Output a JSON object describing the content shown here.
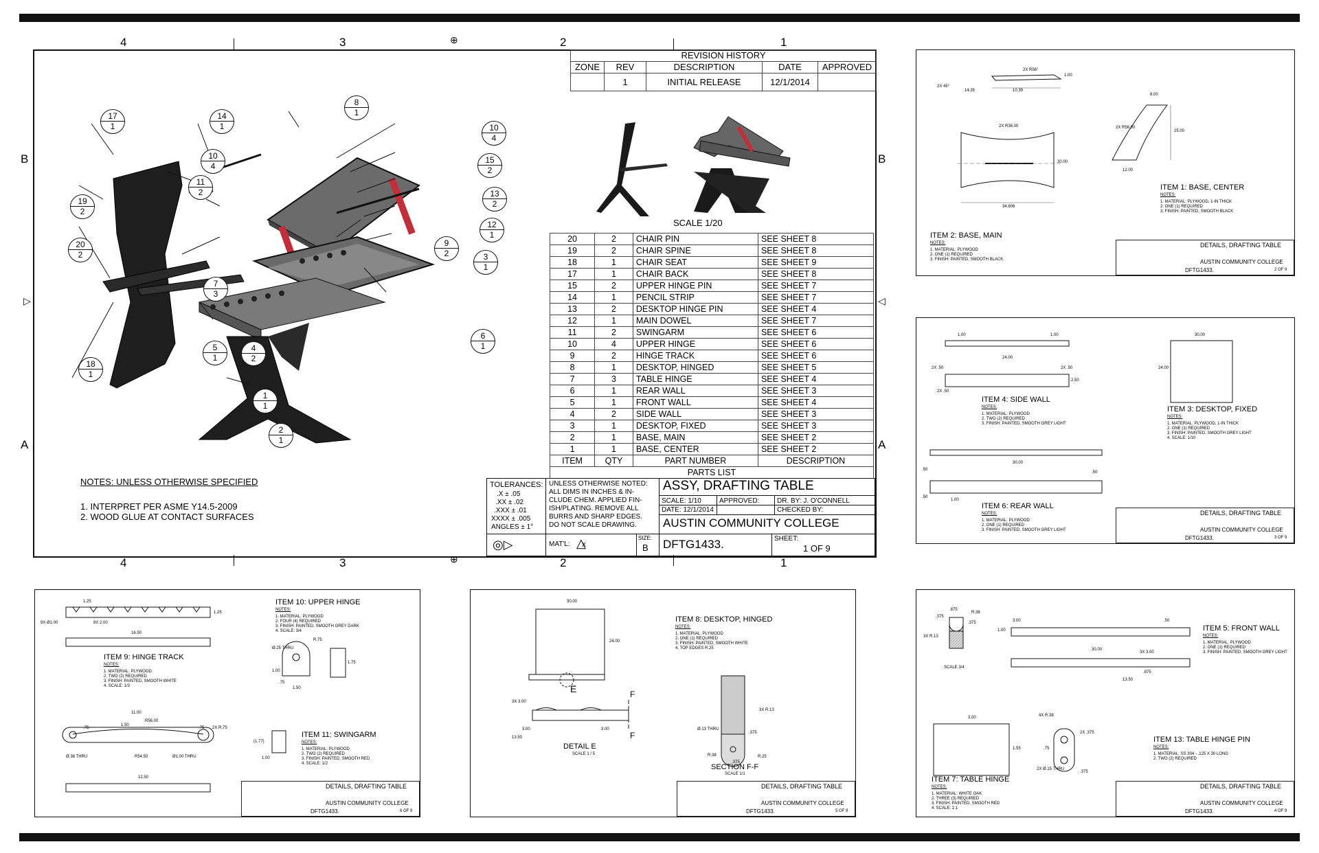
{
  "main_sheet": {
    "zones_top": [
      "4",
      "3",
      "2",
      "1"
    ],
    "zones_side": [
      "B",
      "A"
    ],
    "revision_history": {
      "title": "REVISION HISTORY",
      "headers": [
        "ZONE",
        "REV",
        "DESCRIPTION",
        "DATE",
        "APPROVED"
      ],
      "rows": [
        [
          "",
          "1",
          "INITIAL RELEASE",
          "12/1/2014",
          ""
        ]
      ]
    },
    "iso_scale": "SCALE 1/20",
    "parts_list": {
      "title": "PARTS LIST",
      "headers": [
        "ITEM",
        "QTY",
        "PART NUMBER",
        "DESCRIPTION"
      ],
      "rows": [
        [
          "20",
          "2",
          "CHAIR PIN",
          "SEE SHEET 8"
        ],
        [
          "19",
          "2",
          "CHAIR SPINE",
          "SEE SHEET 8"
        ],
        [
          "18",
          "1",
          "CHAIR SEAT",
          "SEE SHEET 9"
        ],
        [
          "17",
          "1",
          "CHAIR BACK",
          "SEE SHEET 8"
        ],
        [
          "15",
          "2",
          "UPPER HINGE PIN",
          "SEE SHEET 7"
        ],
        [
          "14",
          "1",
          "PENCIL STRIP",
          "SEE SHEET 7"
        ],
        [
          "13",
          "2",
          "DESKTOP HINGE PIN",
          "SEE SHEET 4"
        ],
        [
          "12",
          "1",
          "MAIN DOWEL",
          "SEE SHEET 7"
        ],
        [
          "11",
          "2",
          "SWINGARM",
          "SEE SHEET 6"
        ],
        [
          "10",
          "4",
          "UPPER HINGE",
          "SEE SHEET 6"
        ],
        [
          "9",
          "2",
          "HINGE TRACK",
          "SEE SHEET 6"
        ],
        [
          "8",
          "1",
          "DESKTOP, HINGED",
          "SEE SHEET 5"
        ],
        [
          "7",
          "3",
          "TABLE HINGE",
          "SEE SHEET 4"
        ],
        [
          "6",
          "1",
          "REAR WALL",
          "SEE SHEET 3"
        ],
        [
          "5",
          "1",
          "FRONT WALL",
          "SEE SHEET 4"
        ],
        [
          "4",
          "2",
          "SIDE WALL",
          "SEE SHEET 3"
        ],
        [
          "3",
          "1",
          "DESKTOP, FIXED",
          "SEE SHEET 3"
        ],
        [
          "2",
          "1",
          "BASE, MAIN",
          "SEE SHEET 2"
        ],
        [
          "1",
          "1",
          "BASE, CENTER",
          "SEE SHEET 2"
        ]
      ]
    },
    "balloons": [
      {
        "item": "17",
        "qty": "1"
      },
      {
        "item": "14",
        "qty": "1"
      },
      {
        "item": "8",
        "qty": "1"
      },
      {
        "item": "10",
        "qty": "4"
      },
      {
        "item": "10",
        "qty": "4"
      },
      {
        "item": "15",
        "qty": "2"
      },
      {
        "item": "11",
        "qty": "2"
      },
      {
        "item": "13",
        "qty": "2"
      },
      {
        "item": "19",
        "qty": "2"
      },
      {
        "item": "12",
        "qty": "1"
      },
      {
        "item": "20",
        "qty": "2"
      },
      {
        "item": "9",
        "qty": "2"
      },
      {
        "item": "3",
        "qty": "1"
      },
      {
        "item": "7",
        "qty": "3"
      },
      {
        "item": "5",
        "qty": "1"
      },
      {
        "item": "4",
        "qty": "2"
      },
      {
        "item": "6",
        "qty": "1"
      },
      {
        "item": "18",
        "qty": "1"
      },
      {
        "item": "1",
        "qty": "1"
      },
      {
        "item": "2",
        "qty": "1"
      }
    ],
    "notes": {
      "title": "NOTES: UNLESS OTHERWISE SPECIFIED",
      "lines": [
        "1. INTERPRET PER ASME Y14.5-2009",
        "2. WOOD GLUE AT CONTACT SURFACES"
      ]
    },
    "title_block": {
      "tolerances_label": "TOLERANCES:",
      "tolerances": [
        ".X ± .05",
        ".XX ± .02",
        ".XXX ± .01",
        "XXXX ± .005",
        "ANGLES ± 1°"
      ],
      "general_note": "UNLESS OTHERWISE NOTED: ALL DIMS IN INCHES & IN-CLUDE CHEM. APPLIED FIN-ISH/PLATING. REMOVE ALL BURRS AND SHARP EDGES. DO NOT SCALE DRAWING.",
      "title": "ASSY, DRAFTING TABLE",
      "scale": "SCALE: 1/10",
      "approved": "APPROVED:",
      "drawn_by": "DR. BY: J. O'CONNELL",
      "date": "DATE: 12/1/2014",
      "checked_by": "CHECKED BY:",
      "company": "AUSTIN COMMUNITY COLLEGE",
      "material_label": "MAT'L:",
      "material_symbol": "X",
      "size_label": "SIZE:",
      "size": "B",
      "drawing_number": "DFTG1433.",
      "sheet_label": "SHEET:",
      "sheet": "1 OF 9"
    }
  },
  "detail_sheets": {
    "common_title": "DETAILS, DRAFTING TABLE",
    "company": "AUSTIN COMMUNITY COLLEGE",
    "drawing_number": "DFTG1433.",
    "sheet2": {
      "sheet": "2 OF 9",
      "item2": {
        "title": "ITEM 2: BASE, MAIN",
        "notes_label": "NOTES:",
        "notes": [
          "1. MATERIAL: PLYWOOD",
          "2. ONE (1) REQUIRED",
          "3. FINISH: PAINTED, SMOOTH BLACK"
        ]
      },
      "item1": {
        "title": "ITEM 1: BASE, CENTER",
        "notes_label": "NOTES:",
        "notes": [
          "1. MATERIAL: PLYWOOD, 1-IN THICK",
          "2. ONE (1) REQUIRED",
          "3. FINISH: PAINTED, SMOOTH BLACK"
        ]
      },
      "dims": [
        "2X R56°",
        "1.00",
        "2X 45°",
        "14.35",
        "10.39",
        "2X R36.00",
        "30.00",
        "34.606",
        "2X R56.00",
        "8.00",
        "25.00",
        "12.00"
      ]
    },
    "sheet3": {
      "sheet": "3 OF 9",
      "item4": {
        "title": "ITEM 4: SIDE WALL",
        "notes_label": "NOTES:",
        "notes": [
          "1. MATERIAL: PLYWOOD",
          "2. TWO (2) REQUIRED",
          "3. FINISH: PAINTED, SMOOTH GREY LIGHT"
        ]
      },
      "item3": {
        "title": "ITEM 3: DESKTOP, FIXED",
        "notes_label": "NOTES:",
        "notes": [
          "1. MATERIAL: PLYWOOD, 1-IN THICK",
          "2. ONE (1) REQUIRED",
          "3. FINISH: PAINTED, SMOOTH GREY LIGHT",
          "4. SCALE: 1/10"
        ]
      },
      "item6": {
        "title": "ITEM 6: REAR WALL",
        "notes_label": "NOTES:",
        "notes": [
          "1. MATERIAL: PLYWOOD",
          "2. ONE (1) REQUIRED",
          "3. FINISH: PAINTED, SMOOTH GREY LIGHT"
        ]
      },
      "dims": [
        "1.00",
        "1.00",
        "24.00",
        "2X .50",
        "2X .50",
        "2.50",
        "2X .50",
        "30.00",
        "24.00",
        "30.00",
        ".50",
        ".50",
        ".50",
        "1.00"
      ]
    },
    "sheet6": {
      "sheet": "6 OF 9",
      "item9": {
        "title": "ITEM 9: HINGE TRACK",
        "notes_label": "NOTES:",
        "notes": [
          "1. MATERIAL: PLYWOOD",
          "2. TWO (2) REQUIRED",
          "3. FINISH: PAINTED, SMOOTH WHITE",
          "4. SCALE: 1/3"
        ]
      },
      "item10": {
        "title": "ITEM 10: UPPER HINGE",
        "notes_label": "NOTES:",
        "notes": [
          "1. MATERIAL: PLYWOOD",
          "2. FOUR (4) REQUIRED",
          "3. FINISH: PAINTED, SMOOTH GREY DARK",
          "4. SCALE: 3/4"
        ]
      },
      "item11": {
        "title": "ITEM 11: SWINGARM",
        "notes_label": "NOTES:",
        "notes": [
          "1. MATERIAL: PLYWOOD",
          "2. TWO (2) REQUIRED",
          "3. FINISH: PAINTED, SMOOTH RED",
          "4. SCALE: 1/2"
        ]
      },
      "dims": [
        "1.25",
        "9X Ø1.00",
        "8X 2.00",
        "1.25",
        "16.50",
        "Ø.25 THRU",
        "R.75",
        "1.00",
        ".75",
        "1.50",
        "1.75",
        "11.00",
        "1.50",
        "R56.00",
        ".75",
        ".75",
        "2X R.75",
        "Ø.38 THRU",
        "R54.50",
        "Ø1.00 THRU",
        "12.50",
        "(1.77)",
        "1.00"
      ]
    },
    "sheet5": {
      "sheet": "5 OF 9",
      "item8": {
        "title": "ITEM 8: DESKTOP, HINGED",
        "notes_label": "NOTES:",
        "notes": [
          "1. MATERIAL: PLYWOOD",
          "2. ONE (1) REQUIRED",
          "3. FINISH: PAINTED, SMOOTH WHITE",
          "4. TOP EDGES R.25"
        ]
      },
      "detail_e": "DETAIL  E",
      "detail_e_scale": "SCALE 1 / 5",
      "section_ff": "SECTION F-F",
      "section_scale": "SCALE 1/1",
      "dims": [
        "30.00",
        "24.00",
        "E",
        "3X 3.00",
        "F",
        "F",
        "3.00",
        "3.00",
        "13.50",
        "3X R.13",
        "Ø.13 THRU",
        ".375",
        "R.38",
        ".375",
        "R.25"
      ]
    },
    "sheet4": {
      "sheet": "4 OF 9",
      "item5": {
        "title": "ITEM 5: FRONT WALL",
        "notes_label": "NOTES:",
        "notes": [
          "1. MATERIAL: PLYWOOD",
          "2. ONE (1) REQUIRED",
          "3. FINISH: PAINTED, SMOOTH GREY LIGHT"
        ]
      },
      "item7": {
        "title": "ITEM 7: TABLE HINGE",
        "notes_label": "NOTES:",
        "notes": [
          "1. MATERIAL: WHITE OAK",
          "2. THREE (3) REQUIRED",
          "3. FINISH: PAINTED, SMOOTH RED",
          "4. SCALE: 1:1"
        ]
      },
      "item13": {
        "title": "ITEM 13: TABLE HINGE PIN",
        "notes_label": "NOTES:",
        "notes": [
          "1. MATERIAL: SS 304 - .125 X 30 LONG",
          "2. TWO (2) REQUIRED"
        ]
      },
      "scale_note": "SCALE 3/4",
      "dims": [
        ".875",
        ".375",
        "R.38",
        "3X R.13",
        ".375",
        "3.00",
        "1.00",
        ".50",
        "30.00",
        "3X 3.00",
        ".875",
        "13.50",
        "3.00",
        "1.55",
        "4X R.38",
        ".75",
        "2X .375",
        "2X Ø.15 THRU",
        ".375"
      ]
    }
  }
}
